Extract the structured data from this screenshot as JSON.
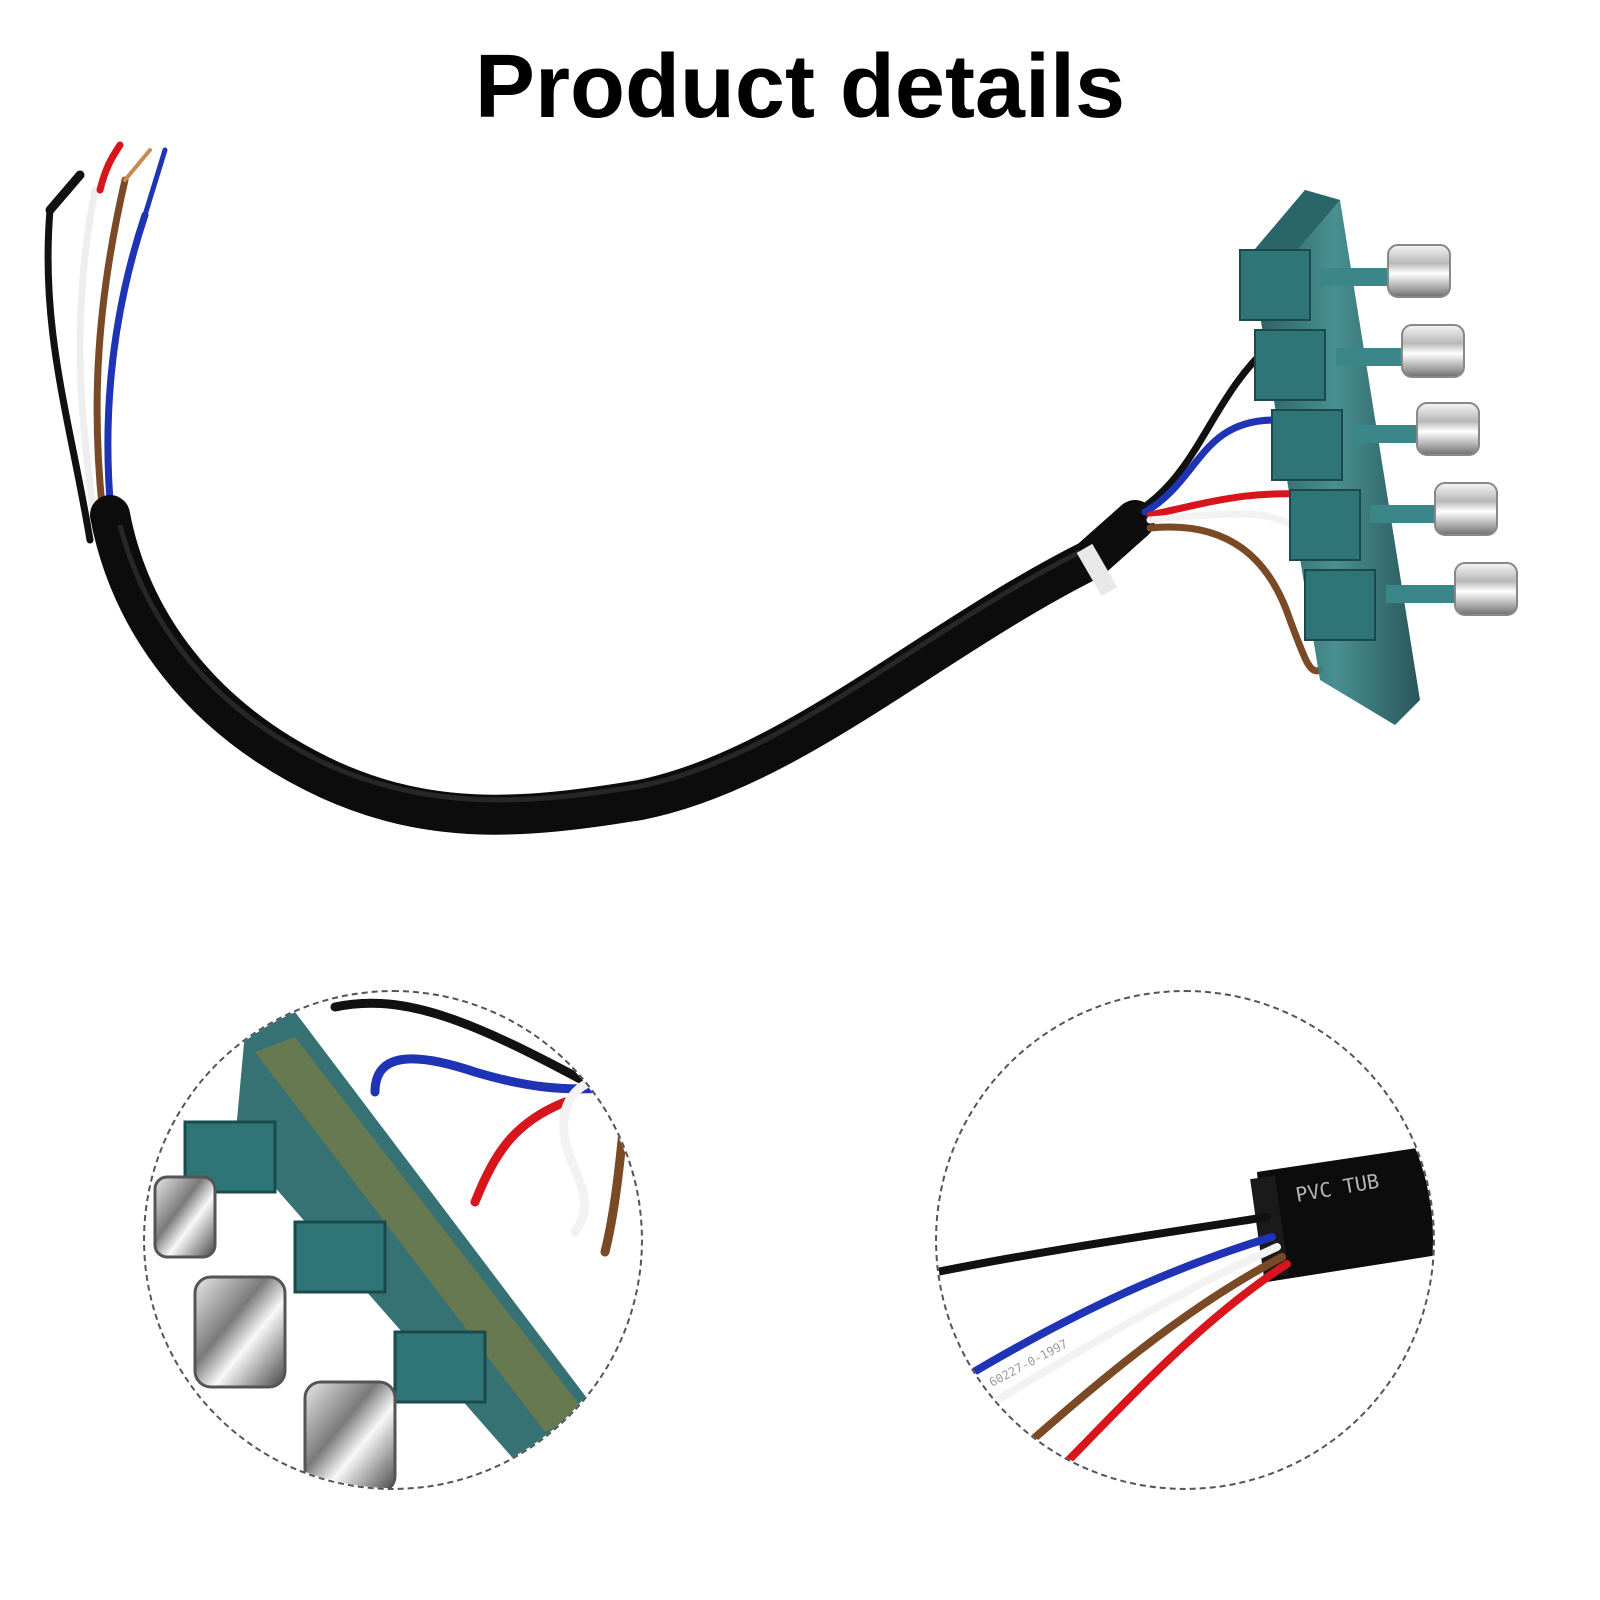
{
  "page": {
    "title": "Product details"
  },
  "product": {
    "wire_colors": [
      "#111111",
      "#ffffff",
      "#7a4a26",
      "#d8141c",
      "#1f33b5"
    ],
    "housing_color": "#2f6f73",
    "cable_color": "#0c0c0c",
    "button_count": 5
  },
  "detail_right": {
    "sleeve_print": "PVC TUB",
    "wire_print": "60227-0-1997"
  }
}
